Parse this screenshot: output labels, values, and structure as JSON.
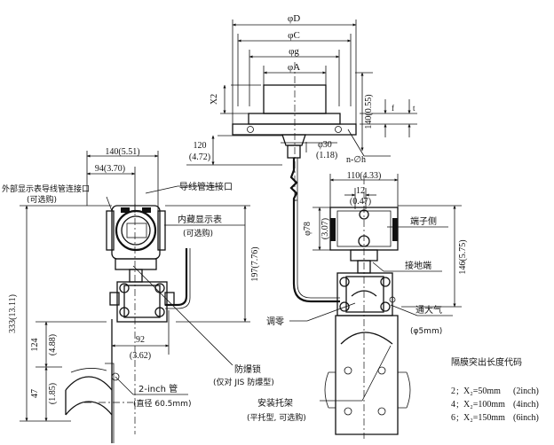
{
  "top_view": {
    "dims": {
      "phiD": "φD",
      "phiC": "φC",
      "phig": "φg",
      "phiA": "φA",
      "x2": "X2",
      "h140": "140(0.55)",
      "f": "f",
      "t": "t",
      "n_phih": "n-∅h",
      "phi30": "φ30",
      "phi30_in": "(1.18)",
      "d120": "120",
      "d120_in": "(4.72)"
    }
  },
  "left_view": {
    "dims": {
      "w140": "140(5.51)",
      "w94": "94(3.70)",
      "h197": "197(7.76)",
      "h333": "333(13.11)",
      "h124": "124",
      "h124_in": "(4.88)",
      "h47": "47",
      "h47_in": "(1.85)",
      "w92": "92",
      "w92_in": "(3.62)"
    },
    "labels": {
      "ext_display_1": "外部显示表导线管连接口",
      "ext_display_2": "(可选购)",
      "conduit": "导线管连接口",
      "int_display_1": "内藏显示表",
      "int_display_2": "(可选购)",
      "flameproof_1": "防爆锁",
      "flameproof_2": "(仅对 JIS 防爆型)",
      "pipe_1": "2-inch 管",
      "pipe_2": "(直径 60.5mm)"
    }
  },
  "right_view": {
    "dims": {
      "w110": "110(4.33)",
      "w12": "12",
      "w12_in": "(0.47)",
      "phi78": "φ78",
      "phi78_in": "(3.07)",
      "h146": "146(5.75)"
    },
    "labels": {
      "terminal": "端子侧",
      "ground": "接地端",
      "zero": "调零",
      "vent_1": "通大气",
      "vent_2": "(φ5mm)",
      "bracket_1": "安装托架",
      "bracket_2": "(平托型, 可选购)"
    }
  },
  "legend": {
    "title": "隔膜突出长度代码",
    "rows": [
      {
        "code": "2",
        "value": "X₂=50mm",
        "inch": "(2inch)"
      },
      {
        "code": "4",
        "value": "X₂=100mm",
        "inch": "(4inch)"
      },
      {
        "code": "6",
        "value": "X₂=150mm",
        "inch": "(6inch)"
      }
    ]
  }
}
